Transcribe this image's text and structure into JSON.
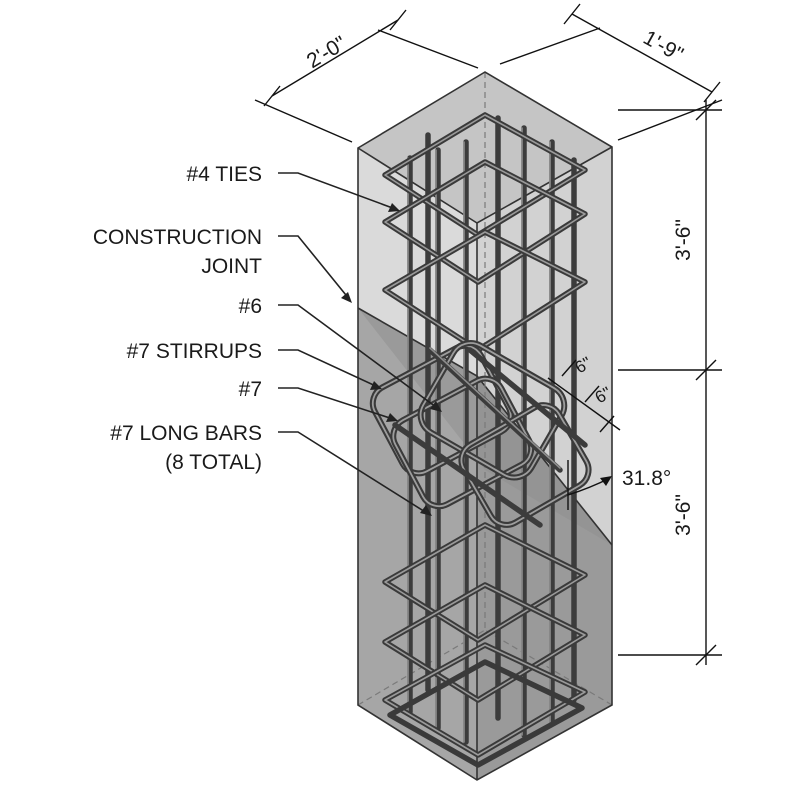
{
  "labels": {
    "ties": "#4 TIES",
    "construction_joint_line1": "CONSTRUCTION",
    "construction_joint_line2": "JOINT",
    "bar6": "#6",
    "stirrups7": "#7 STIRRUPS",
    "bar7": "#7",
    "long_bars_line1": "#7 LONG BARS",
    "long_bars_line2": "(8 TOTAL)"
  },
  "dimensions": {
    "width": "2'-0\"",
    "depth": "1'-9\"",
    "upper_height": "3'-6\"",
    "lower_height": "3'-6\"",
    "offset_a": "6\"",
    "offset_b": "6\"",
    "angle": "31.8°"
  },
  "colors": {
    "concrete_light": "#d9d9d9",
    "concrete_top": "#c4c4c4",
    "joint_shade": "#9f9f9f",
    "rebar": "#3a3a3a"
  }
}
